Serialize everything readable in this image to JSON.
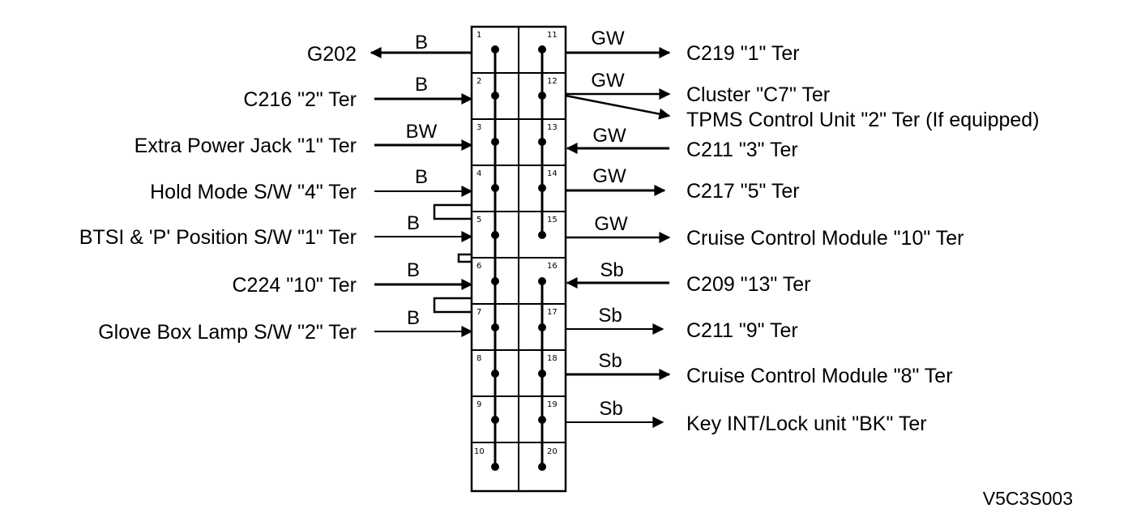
{
  "connector": {
    "left_pins": [
      "1",
      "2",
      "3",
      "4",
      "5",
      "6",
      "7",
      "8",
      "9",
      "10"
    ],
    "right_pins": [
      "11",
      "12",
      "13",
      "14",
      "15",
      "16",
      "17",
      "18",
      "19",
      "20"
    ]
  },
  "left_connections": [
    {
      "label": "G202",
      "wire": "B"
    },
    {
      "label": "C216 \"2\" Ter",
      "wire": "B"
    },
    {
      "label": "Extra Power Jack \"1\" Ter",
      "wire": "BW"
    },
    {
      "label": "Hold Mode S/W \"4\" Ter",
      "wire": "B"
    },
    {
      "label": "BTSI & 'P' Position S/W \"1\" Ter",
      "wire": "B"
    },
    {
      "label": "C224 \"10\" Ter",
      "wire": "B"
    },
    {
      "label": "Glove Box Lamp S/W \"2\" Ter",
      "wire": "B"
    }
  ],
  "right_connections": [
    {
      "label": "C219 \"1\" Ter",
      "wire": "GW"
    },
    {
      "label": "Cluster \"C7\" Ter",
      "wire": "GW"
    },
    {
      "label": "TPMS Control Unit \"2\" Ter (If equipped)",
      "wire": ""
    },
    {
      "label": "C211 \"3\" Ter",
      "wire": "GW"
    },
    {
      "label": "C217 \"5\" Ter",
      "wire": "GW"
    },
    {
      "label": "Cruise Control Module \"10\" Ter",
      "wire": "GW"
    },
    {
      "label": "C209 \"13\" Ter",
      "wire": "Sb"
    },
    {
      "label": "C211 \"9\" Ter",
      "wire": "Sb"
    },
    {
      "label": "Cruise Control Module \"8\" Ter",
      "wire": "Sb"
    },
    {
      "label": "Key INT/Lock unit \"BK\" Ter",
      "wire": "Sb"
    }
  ],
  "figure_code": "V5C3S003"
}
